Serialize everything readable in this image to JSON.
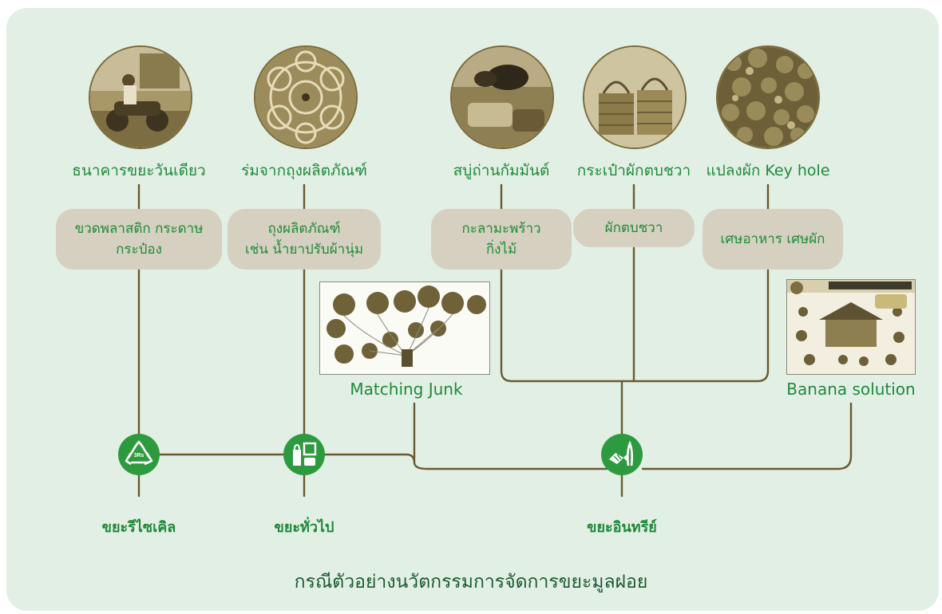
{
  "title": "กรณีตัวอย่างนวัตกรรมการจัดการขยะมูลฝอย",
  "products": [
    {
      "label": "ธนาคารขยะวันเดียว",
      "photo": "motorcycle-photo-icon"
    },
    {
      "label": "ร่มจากถุงผลิตภัณฑ์",
      "photo": "plastic-umbrella-photo-icon"
    },
    {
      "label": "สบู่ถ่านกัมมันต์",
      "photo": "charcoal-soap-photo-icon"
    },
    {
      "label": "กระเป๋าผักตบชวา",
      "photo": "woven-bag-photo-icon"
    },
    {
      "label": "แปลงผัก Key hole",
      "photo": "vegetable-plot-photo-icon"
    }
  ],
  "sources": [
    {
      "line1": "ขวดพลาสติก กระดาษ",
      "line2": "กระป๋อง"
    },
    {
      "line1": "ถุงผลิตภัณฑ์",
      "line2": "เช่น น้ำยาปรับผ้านุ่ม"
    },
    {
      "line1": "กะลามะพร้าว",
      "line2": "กิ่งไม้"
    },
    {
      "line1": "ผักตบชวา",
      "line2": ""
    },
    {
      "line1": "เศษอาหาร เศษผัก",
      "line2": ""
    }
  ],
  "thumbnails": [
    {
      "caption": "Matching Junk",
      "image": "matching-junk-diagram-icon"
    },
    {
      "caption": "Banana solution",
      "image": "banana-solution-poster-icon"
    }
  ],
  "categories": [
    {
      "label": "ขยะรีไซเคิล",
      "icon": "recycle-3rs-icon",
      "badge": "3Rs"
    },
    {
      "label": "ขยะทั่วไป",
      "icon": "general-waste-icon"
    },
    {
      "label": "ขยะอินทรีย์",
      "icon": "organic-waste-icon"
    }
  ],
  "colors": {
    "background": "#e2efe4",
    "line": "#6b5a2e",
    "text_green": "#1f8a3a",
    "pill": "#d6d0c0",
    "node": "#2e9a3f"
  }
}
